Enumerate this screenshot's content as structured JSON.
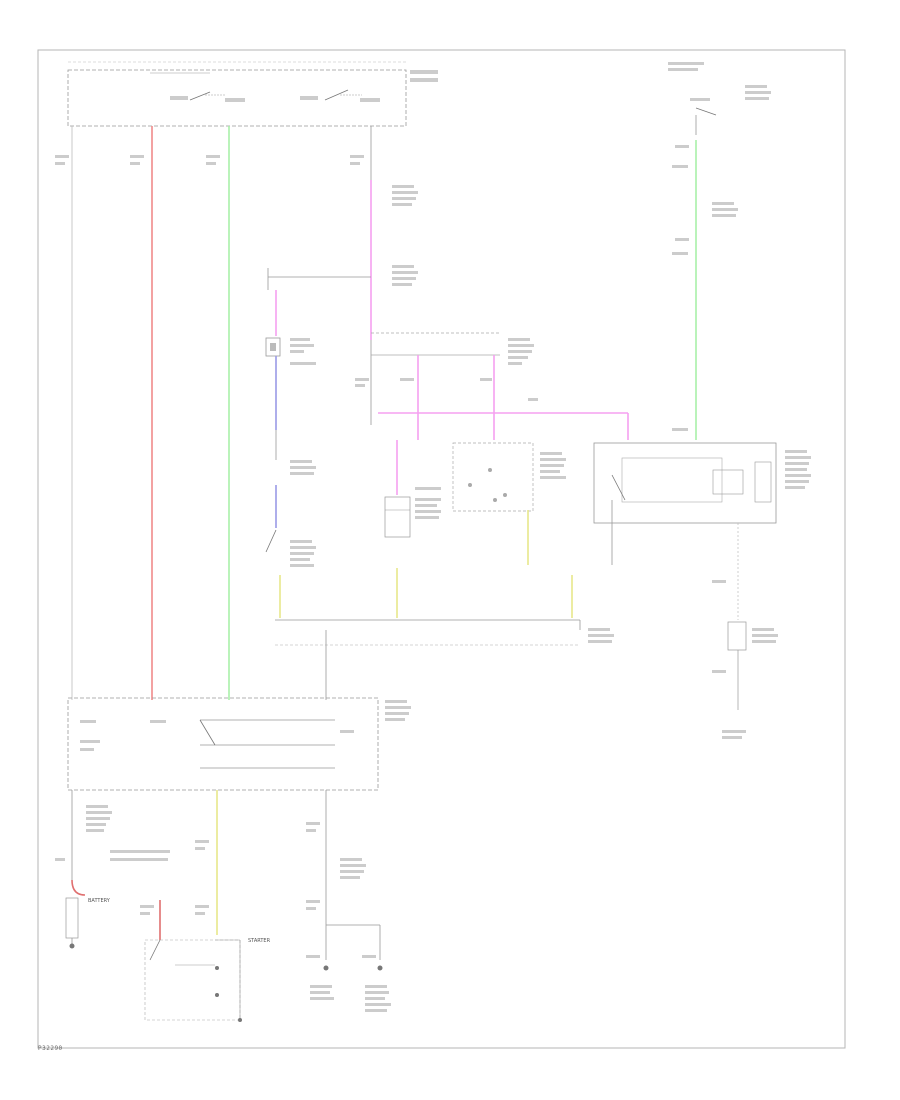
{
  "labels": {
    "battery": "BATTERY",
    "starter": "STARTER",
    "figure_id": "P32290"
  },
  "colors": {
    "wire_red": "#f08a8a",
    "wire_green": "#9ef09e",
    "wire_pink": "#f58af0",
    "wire_blue": "#9a9ae6",
    "wire_yellow": "#e8e88a",
    "wire_black": "#666666",
    "border": "#999999"
  }
}
